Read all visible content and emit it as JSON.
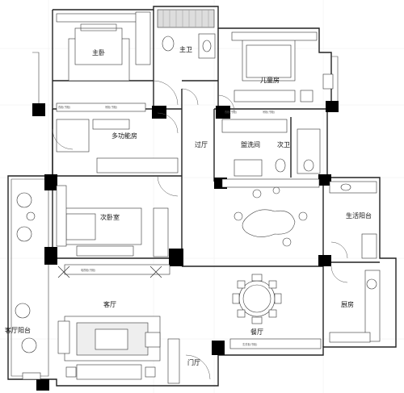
{
  "rooms": {
    "master_bedroom": "主卧",
    "master_bath": "主卫",
    "kids_room": "儿童房",
    "multi_room": "多功能房",
    "hall": "过厅",
    "laundry": "盥洗间",
    "second_bath": "次卫",
    "second_bedroom": "次卧室",
    "utility_balcony": "生活阳台",
    "living": "客厅",
    "dining": "餐厅",
    "kitchen": "厨房",
    "living_balcony": "客厅阳台",
    "foyer": "门厅"
  },
  "cabinet_labels": {
    "c1": "玄关柜(书柜)",
    "c2": "衣柜(书柜)",
    "c3": "吊柜(书柜)",
    "c4": "衣柜(书柜)",
    "c5": "吊柜(书柜)",
    "c6": "电视柜(书柜)"
  }
}
